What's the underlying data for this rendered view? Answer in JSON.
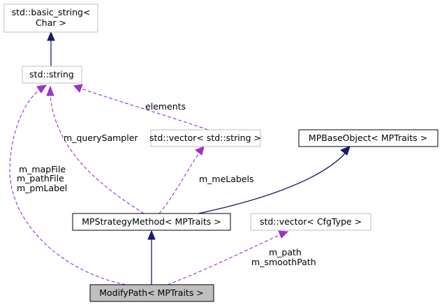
{
  "diagram": {
    "colors": {
      "inheritance_edge": "#191970",
      "usage_edge": "#9a32cd",
      "external_node_border": "#bfbfbf",
      "internal_node_border": "#000000",
      "highlight_fill": "#bfbfbf"
    },
    "nodes": {
      "basic_string": {
        "line1": "std::basic_string<",
        "line2": "Char >"
      },
      "string": {
        "label": "std::string"
      },
      "vector_string": {
        "label": "std::vector< std::string >"
      },
      "mp_base_object": {
        "label": "MPBaseObject< MPTraits >"
      },
      "mp_strategy_method": {
        "label": "MPStrategyMethod< MPTraits >"
      },
      "vector_cfgtype": {
        "label": "std::vector< CfgType >"
      },
      "modify_path": {
        "label": "ModifyPath< MPTraits >"
      }
    },
    "edge_labels": {
      "elements": "elements",
      "query_sampler": "m_querySampler",
      "files": [
        "m_mapFile",
        "m_pathFile",
        "m_pmLabel"
      ],
      "me_labels": "m_meLabels",
      "paths": [
        "m_path",
        "m_smoothPath"
      ]
    }
  }
}
